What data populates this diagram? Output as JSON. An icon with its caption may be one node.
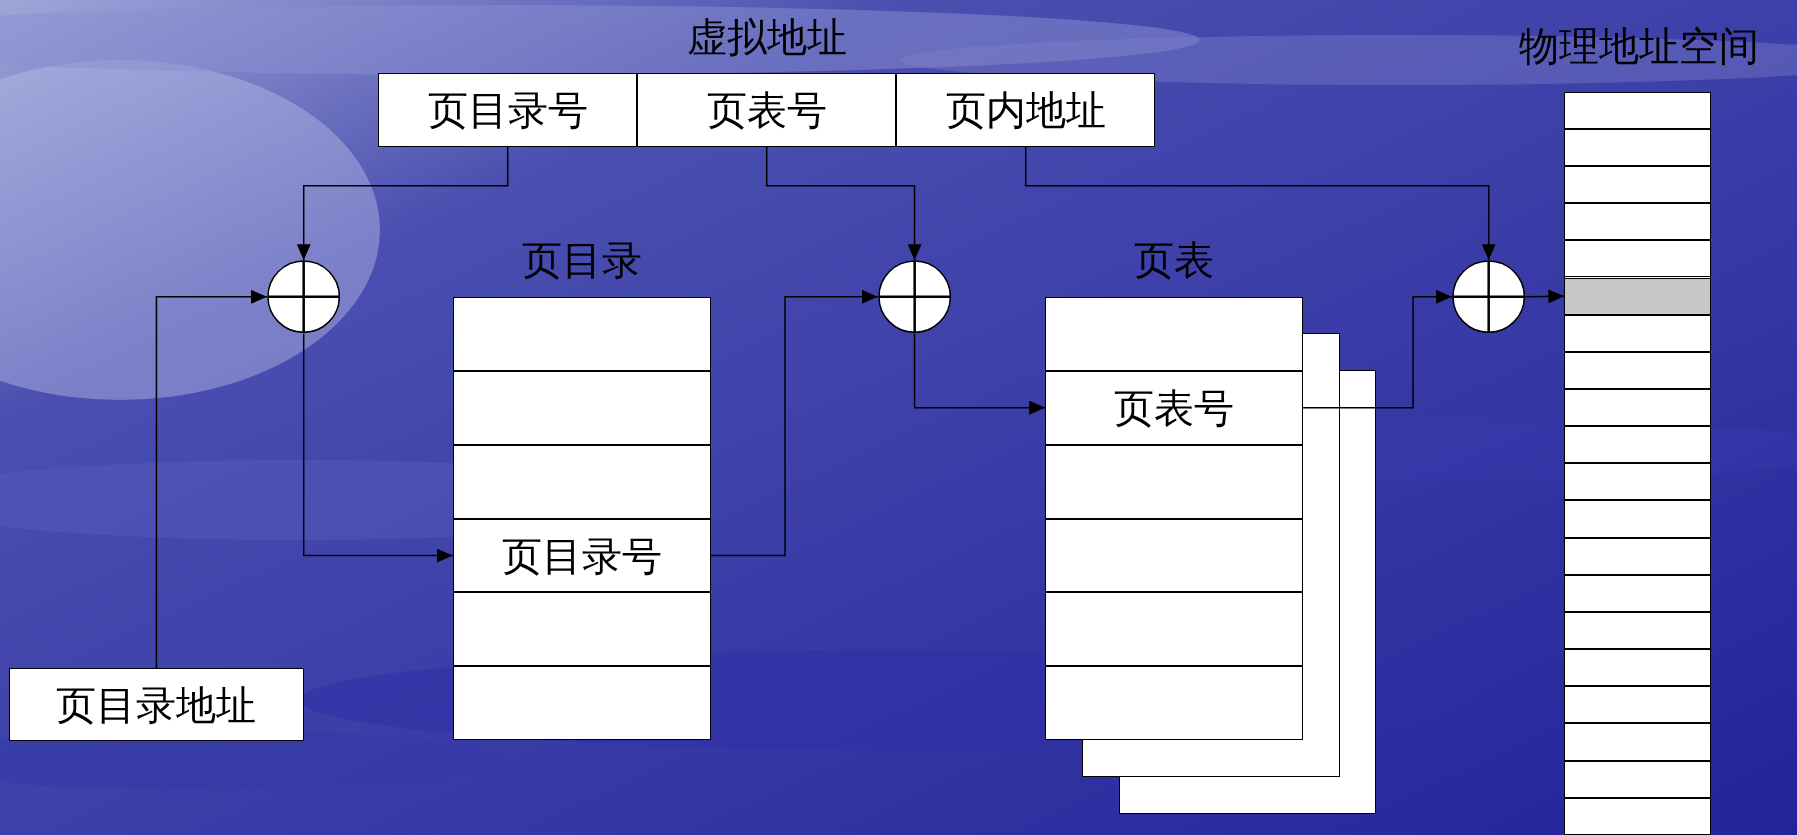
{
  "diagram": {
    "nodes": [
      {
        "text": [
          "虚拟地址"
        ]
      },
      {
        "text": [
          "页目录号"
        ],
        "in": 0
      },
      {
        "text": [
          "页表号"
        ],
        "in": 0
      },
      {
        "text": [
          "页内地址"
        ],
        "in": 0
      },
      {
        "text": [],
        "shape": "circle"
      },
      {
        "text": [
          "页目录"
        ]
      },
      {
        "text": [
          "页目录号"
        ],
        "in": 5
      },
      {
        "text": [],
        "shape": "circle"
      },
      {
        "text": [
          "页表"
        ]
      },
      {
        "text": [
          "页表号"
        ],
        "in": 8
      },
      {
        "text": [],
        "shape": "circle"
      },
      {
        "text": [
          "物理地址空间"
        ]
      },
      {
        "text": [],
        "shape": "box",
        "in": 11
      },
      {
        "text": [
          "页目录地址"
        ]
      }
    ],
    "edges": [
      {
        "from": 1,
        "to": 4,
        "arrow": "to"
      },
      {
        "from": 13,
        "to": 4,
        "arrow": "to"
      },
      {
        "from": 4,
        "to": 6,
        "arrow": "to"
      },
      {
        "from": 2,
        "to": 7,
        "arrow": "to"
      },
      {
        "from": 6,
        "to": 7,
        "arrow": "to"
      },
      {
        "from": 7,
        "to": 9,
        "arrow": "to"
      },
      {
        "from": 3,
        "to": 10,
        "arrow": "to"
      },
      {
        "from": 9,
        "to": 10,
        "arrow": "to"
      },
      {
        "from": 10,
        "to": 12,
        "arrow": "to"
      }
    ]
  }
}
